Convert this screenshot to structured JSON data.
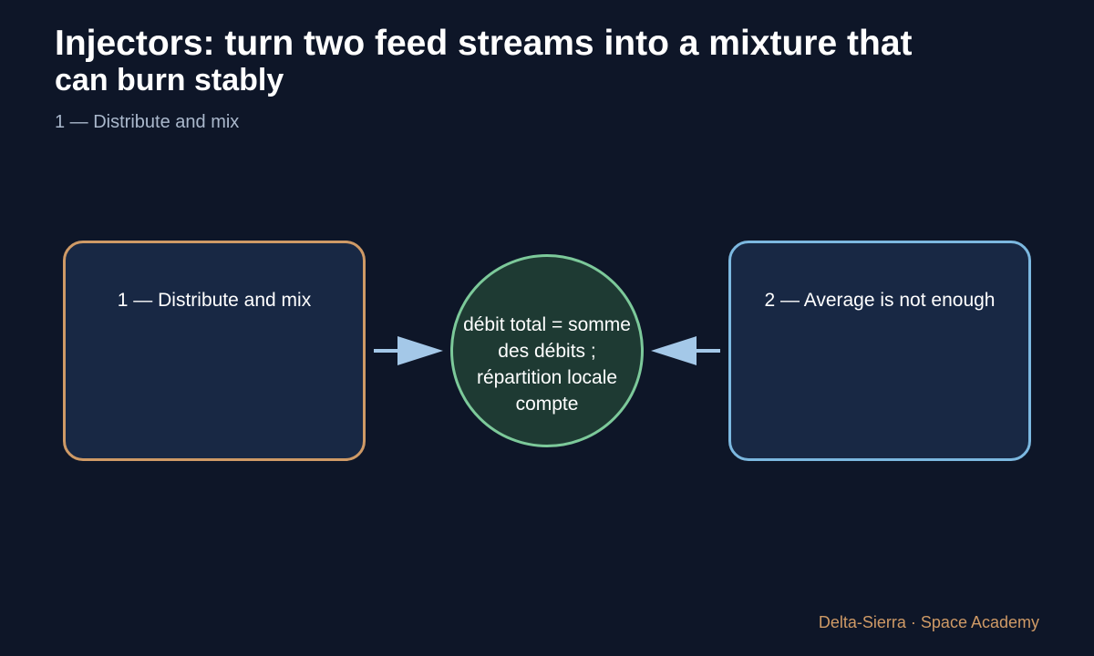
{
  "title": {
    "line1": "Injectors: turn two feed streams into a mixture that",
    "line2": "can burn stably"
  },
  "subtitle": "1 — Distribute and mix",
  "nodes": {
    "left": {
      "label": "1 — Distribute and mix"
    },
    "center": {
      "label": "débit total = somme des débits ; répartition locale compte"
    },
    "right": {
      "label": "2 — Average is not enough"
    }
  },
  "footer": "Delta-Sierra · Space Academy",
  "colors": {
    "background": "#0e1628",
    "left_border": "#cf9a66",
    "right_border": "#7cb8e0",
    "center_border": "#7cc99a",
    "arrow": "#a4c8e8"
  }
}
